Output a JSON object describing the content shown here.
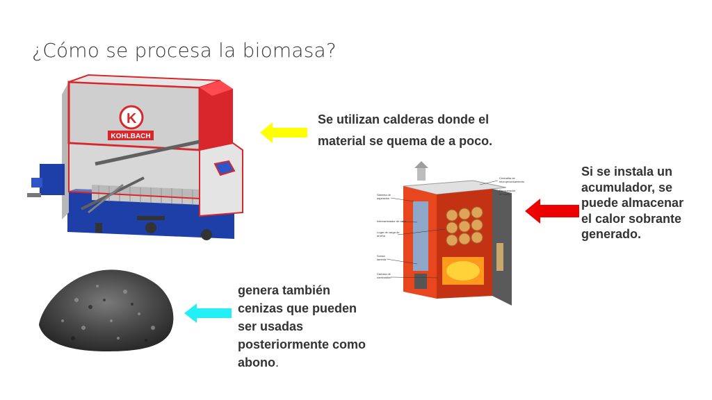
{
  "slide": {
    "title": "¿Cómo se procesa la biomasa?",
    "text_boiler": {
      "line1": "Se utilizan calderas donde el",
      "line2": "material se quema de a poco."
    },
    "text_accumulator": {
      "line1": "Si se instala un",
      "line2": "acumulador, se",
      "line3": "puede almacenar",
      "line4": "el calor sobrante",
      "line5": "generado."
    },
    "text_ash": {
      "line1": "genera también",
      "line2": "cenizas que pueden",
      "line3": "ser usadas",
      "line4": "posteriormente como",
      "line5": "abono",
      "period": "."
    },
    "machine_logo_text": "KOHLBACH",
    "colors": {
      "arrow_yellow": "#ffff00",
      "arrow_red": "#ee0000",
      "arrow_cyan": "#22f0f5",
      "machine_red": "#d8262b",
      "machine_blue": "#1e3fa8",
      "boiler_orange": "#e8461e"
    },
    "icons": [
      "arrow-left-icon"
    ]
  }
}
